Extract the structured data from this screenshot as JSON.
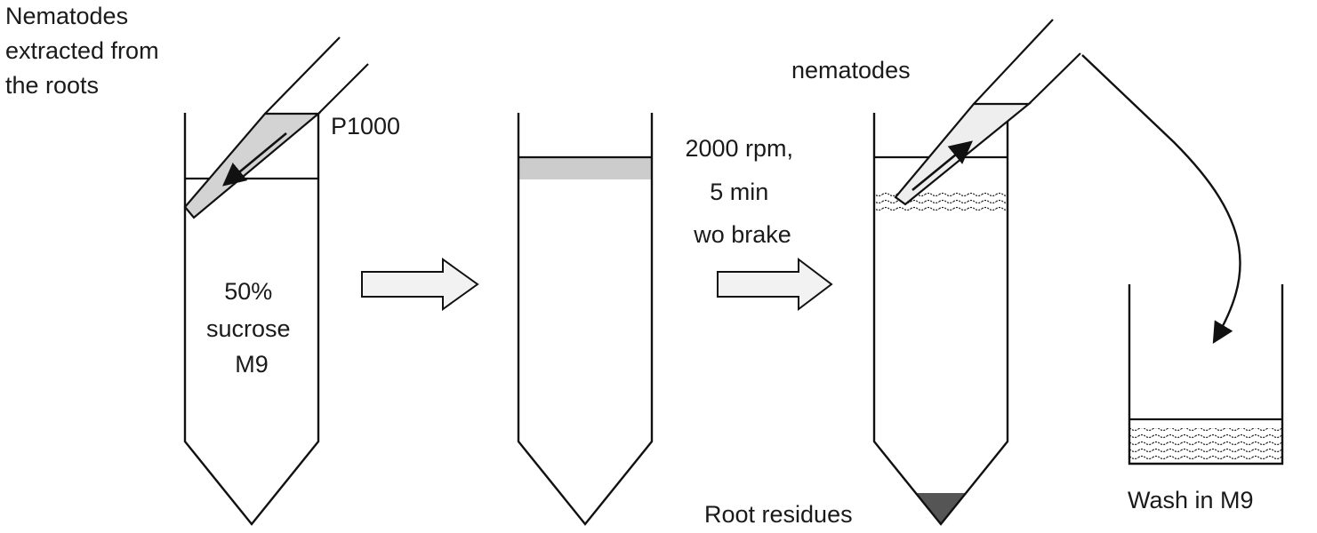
{
  "labels": {
    "extracted": [
      "Nematodes",
      "extracted from",
      "the roots"
    ],
    "pipette": "P1000",
    "sucrose": [
      "50%",
      "sucrose",
      "M9"
    ],
    "centrifuge": [
      "2000 rpm,",
      "5 min",
      "wo brake"
    ],
    "nematodes": "nematodes",
    "root_residues": "Root residues",
    "wash": "Wash in M9"
  },
  "colors": {
    "outline": "#111111",
    "pipette_fill": "#d3d3d3",
    "band_fill": "#cccccc",
    "arrow_fill": "#f2f2f2",
    "residue_fill": "#555555"
  }
}
